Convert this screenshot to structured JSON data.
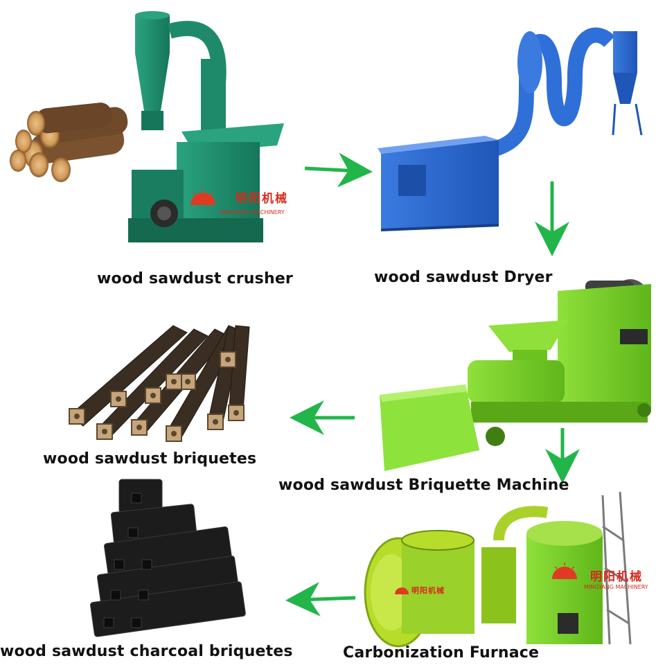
{
  "stages": {
    "crusher": "wood sawdust crusher",
    "dryer": "wood sawdust Dryer",
    "briquette_machine": "wood sawdust Briquette Machine",
    "briquettes": "wood sawdust briquetes",
    "furnace": "Carbonization Furnace",
    "charcoal": "wood sawdust charcoal briquetes"
  },
  "watermark": {
    "chinese": "明阳机械",
    "english": "MINGYANG MACHINERY"
  },
  "colors": {
    "arrow": "#22b54a",
    "crusher": "#1e8a6a",
    "dryer": "#2f6fd8",
    "machine": "#7ed321",
    "furnace": "#9ad12a",
    "charcoal": "#1c1c1c",
    "wood": "#8a5a2c"
  }
}
